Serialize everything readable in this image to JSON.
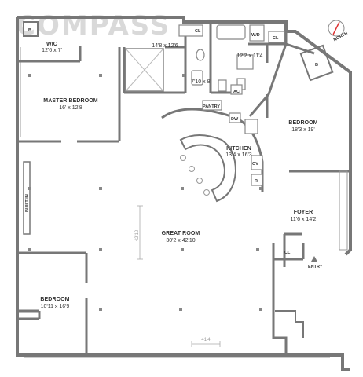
{
  "watermark": "COMPASS",
  "compass_label": "NORTH",
  "rooms": {
    "wic": {
      "name": "WIC",
      "dim": "12'6 x 7'"
    },
    "bath1": {
      "dim": "14'8 x 12'6"
    },
    "bath2": {
      "dim": "12'2 x 11'4"
    },
    "bath3": {
      "dim": "7'10 x 8'"
    },
    "master": {
      "name": "MASTER BEDROOM",
      "dim": "16' x 12'8"
    },
    "kitchen": {
      "name": "KITCHEN",
      "dim": "13'4 x 16'3"
    },
    "bedroom_e": {
      "name": "BEDROOM",
      "dim": "18'3 x 19'"
    },
    "great": {
      "name": "GREAT ROOM",
      "dim": "30'2 x 42'10"
    },
    "foyer": {
      "name": "FOYER",
      "dim": "11'6 x 14'2"
    },
    "bedroom_sw": {
      "name": "BEDROOM",
      "dim": "10'11 x 16'9"
    }
  },
  "fixtures": {
    "cl1": "CL",
    "cl2": "CL",
    "cl3": "CL",
    "wd": "W/D",
    "pantry": "PANTRY",
    "dw": "DW",
    "ov": "OV",
    "r": "R",
    "ac": "AC",
    "b1": "B",
    "b2": "B",
    "built_in": "BUILT-IN",
    "entry": "ENTRY"
  },
  "measures": {
    "vertical": "42'10",
    "horizontal": "41'4"
  }
}
